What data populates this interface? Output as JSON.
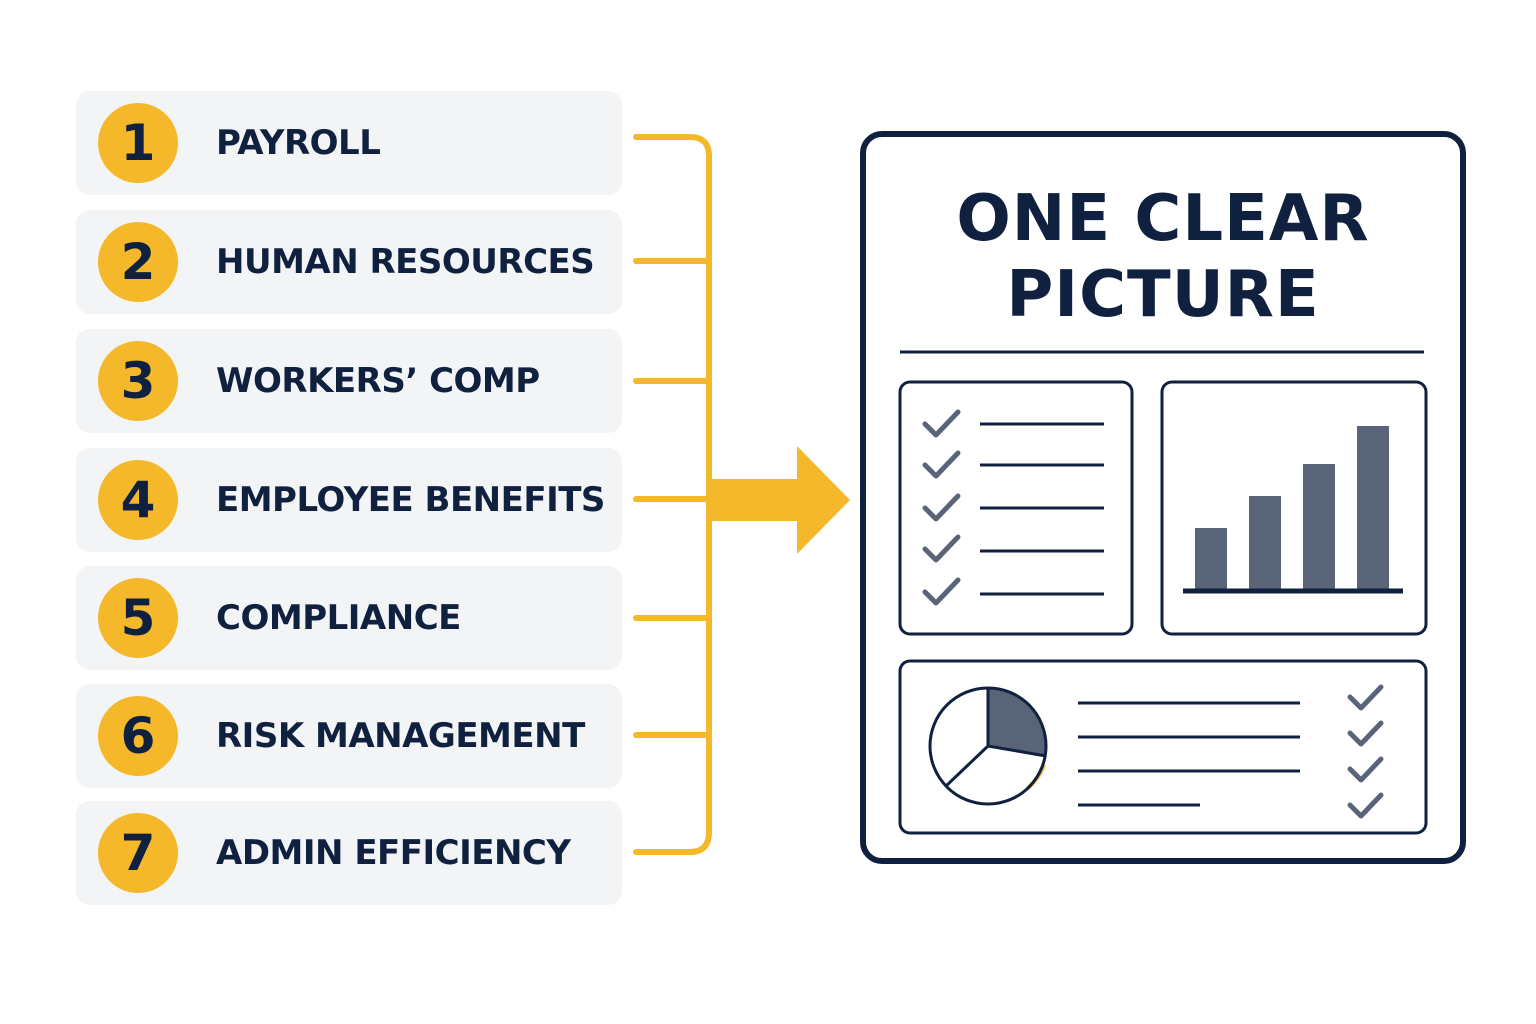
{
  "items": [
    {
      "number": "1",
      "label": "PAYROLL"
    },
    {
      "number": "2",
      "label": "HUMAN RESOURCES"
    },
    {
      "number": "3",
      "label": "WORKERS’ COMP"
    },
    {
      "number": "4",
      "label": "EMPLOYEE BENEFITS"
    },
    {
      "number": "5",
      "label": "COMPLIANCE"
    },
    {
      "number": "6",
      "label": "RISK MANAGEMENT"
    },
    {
      "number": "7",
      "label": "ADMIN EFFICIENCY"
    }
  ],
  "panel": {
    "title_line1": "ONE CLEAR",
    "title_line2": "PICTURE"
  },
  "colors": {
    "accent": "#f4b82a",
    "navy": "#10213f",
    "slate": "#5a6478",
    "item_background": "#f3f4f6"
  },
  "icons": {
    "connector": "bracket-arrow-icon",
    "checklist": "checklist-icon",
    "bar_chart": "bar-chart-icon",
    "pie_chart": "pie-chart-icon"
  }
}
